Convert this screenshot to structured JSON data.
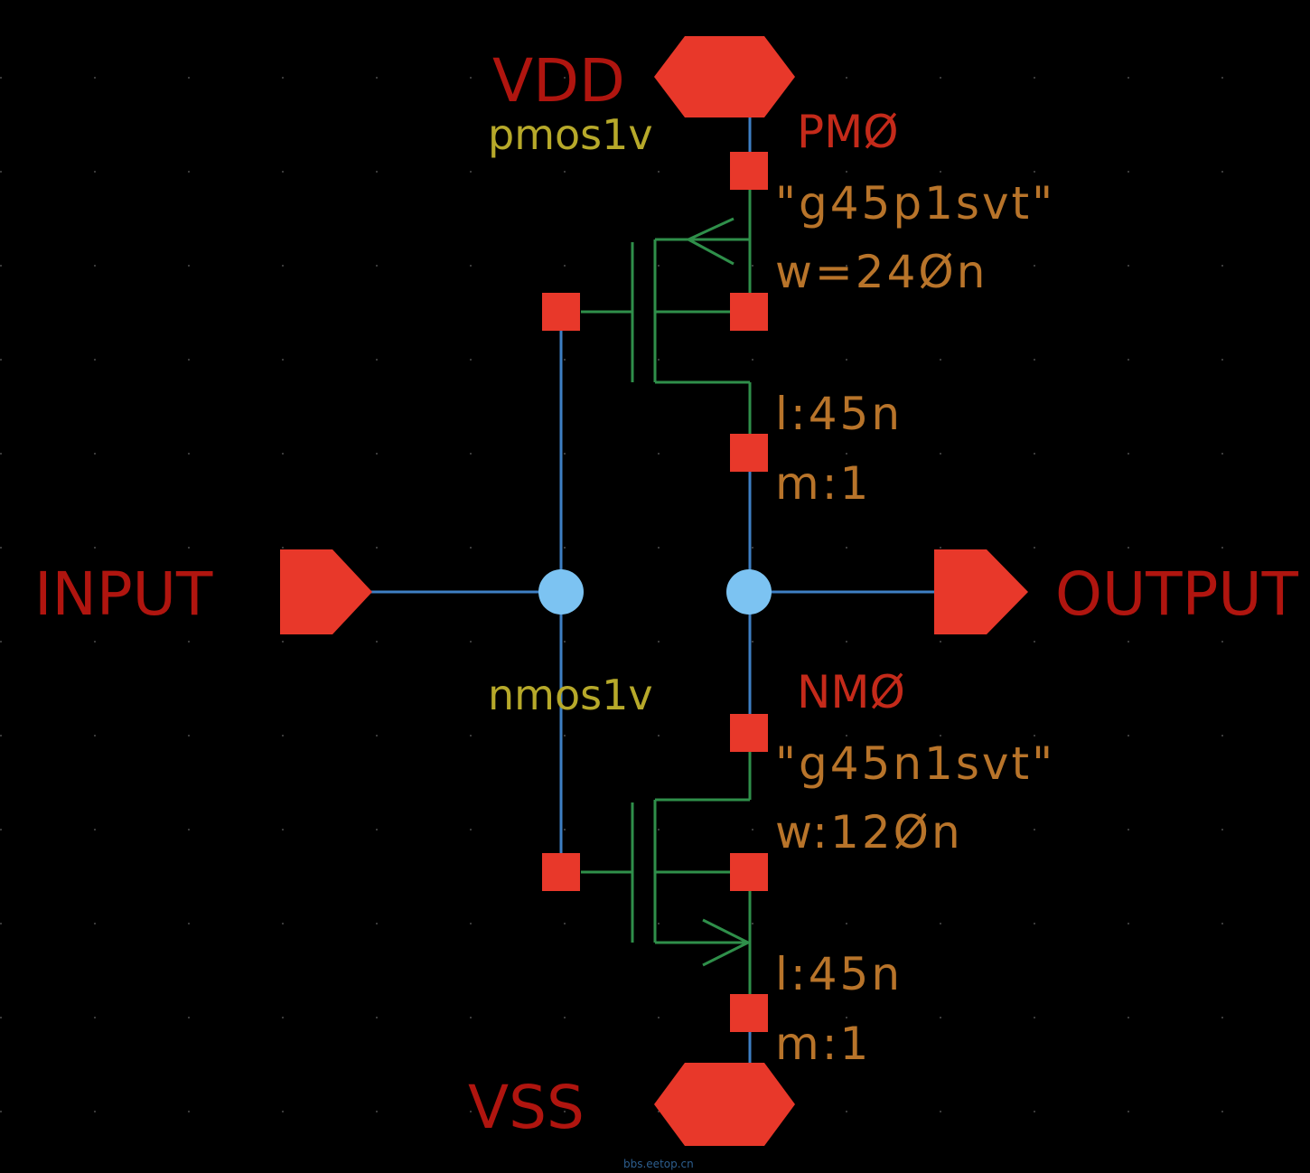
{
  "colors": {
    "background": "#000000",
    "pin": "#e8382a",
    "pin_label": "#b0150f",
    "wire": "#3e7fc4",
    "device": "#2f8f4a",
    "cell_name": "#b7a92a",
    "instance_name": "#c42a1a",
    "param": "#b8742a",
    "dot": "#7cc3f2"
  },
  "pins": {
    "vdd": "VDD",
    "vss": "VSS",
    "input": "INPUT",
    "output": "OUTPUT"
  },
  "pmos": {
    "cell": "pmos1v",
    "instance": "PMØ",
    "model": "\"g45p1svt\"",
    "width": "w=24Øn",
    "length": "l:45n",
    "mult": "m:1"
  },
  "nmos": {
    "cell": "nmos1v",
    "instance": "NMØ",
    "model": "\"g45n1svt\"",
    "width": "w:12Øn",
    "length": "l:45n",
    "mult": "m:1"
  },
  "watermark": "bbs.eetop.cn"
}
